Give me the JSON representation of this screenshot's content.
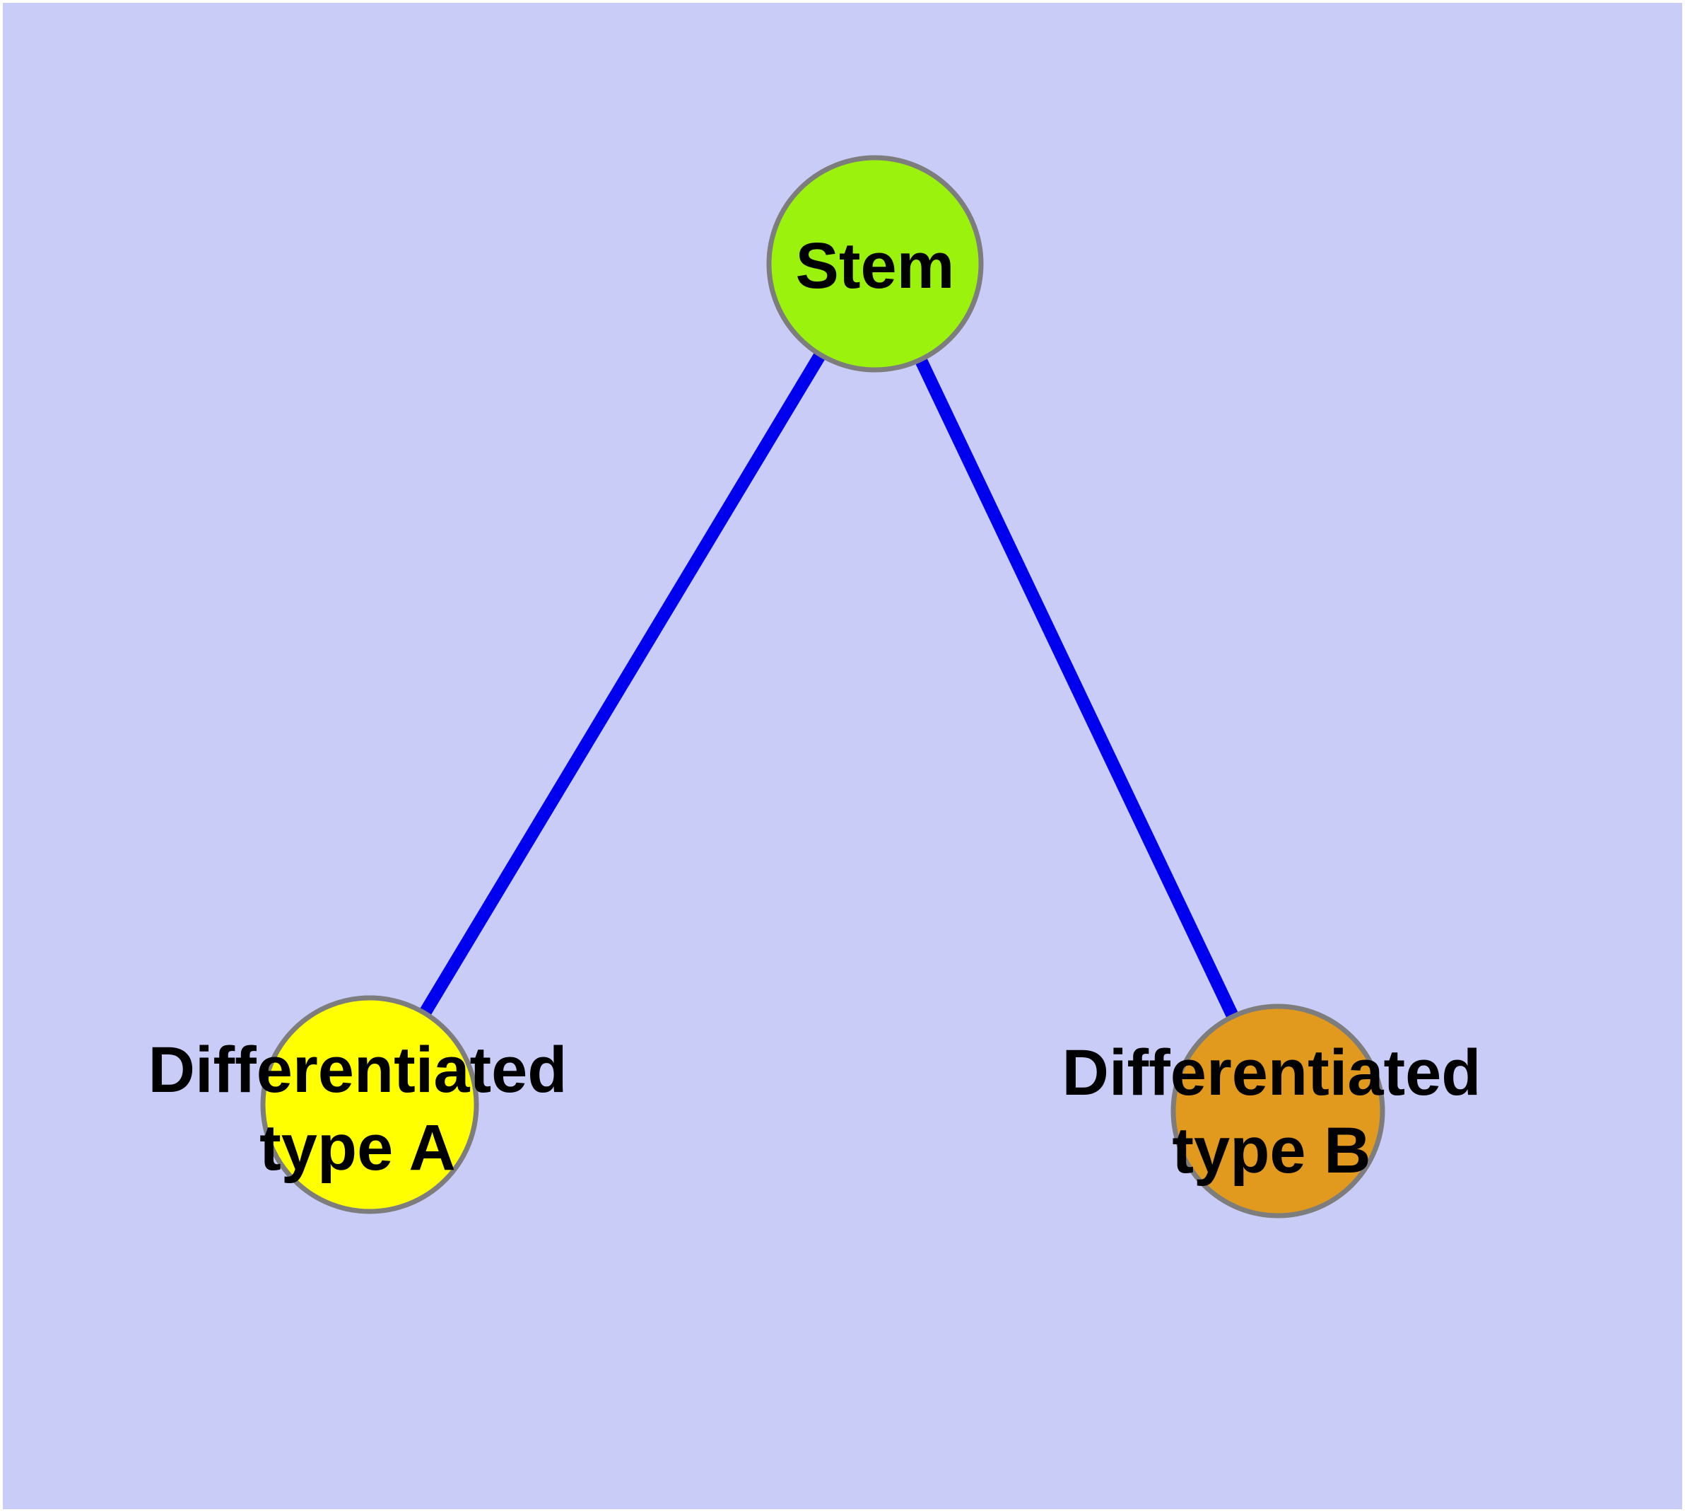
{
  "diagram": {
    "title": "",
    "background_color": "#caccf8",
    "frame_color": "#ffffff",
    "edge_color": "#0000ee",
    "node_border_color": "#7d7d7d",
    "label_color": "#000000",
    "nodes": [
      {
        "id": "stem",
        "label": "Stem",
        "color": "#9bf20d"
      },
      {
        "id": "type-a",
        "label": "Differentiated\ntype A",
        "color": "#ffff00"
      },
      {
        "id": "type-b",
        "label": "Differentiated\ntype B",
        "color": "#e19a1e"
      }
    ],
    "edges": [
      {
        "from": "Stem",
        "to": "Differentiated type A"
      },
      {
        "from": "Stem",
        "to": "Differentiated type B"
      }
    ]
  }
}
